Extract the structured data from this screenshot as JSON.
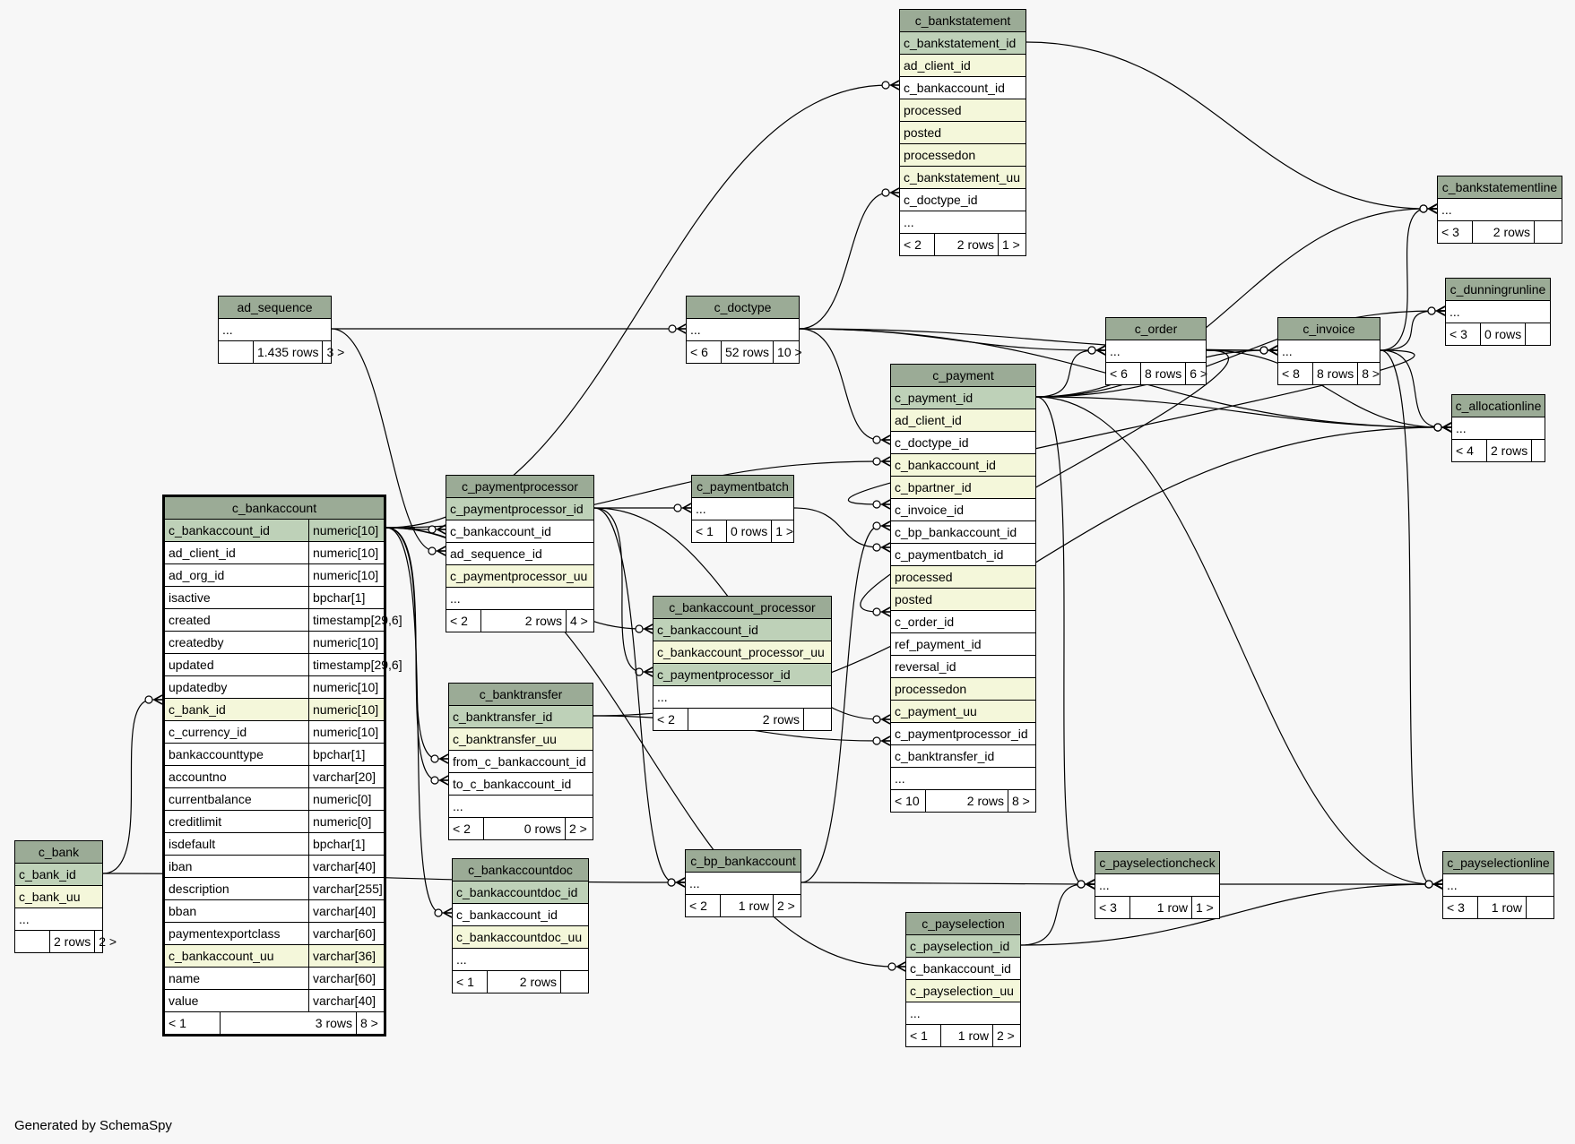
{
  "colors": {
    "header": "#9bab96",
    "primary_key": "#bed1b8",
    "foreign_key": "#f4f7da",
    "plain": "#ffffff",
    "background": "#f7f7f7"
  },
  "credit": "Generated by SchemaSpy",
  "tables": {
    "c_bankstatement": {
      "name": "c_bankstatement",
      "columns": [
        {
          "name": "c_bankstatement_id",
          "kind": "pk"
        },
        {
          "name": "ad_client_id",
          "kind": "fk"
        },
        {
          "name": "c_bankaccount_id",
          "kind": "plain"
        },
        {
          "name": "processed",
          "kind": "fk"
        },
        {
          "name": "posted",
          "kind": "fk"
        },
        {
          "name": "processedon",
          "kind": "fk"
        },
        {
          "name": "c_bankstatement_uu",
          "kind": "fk"
        },
        {
          "name": "c_doctype_id",
          "kind": "plain"
        },
        {
          "name": "...",
          "kind": "plain"
        }
      ],
      "footer": [
        "< 2",
        "2 rows",
        "1 >"
      ]
    },
    "c_bankstatementline": {
      "name": "c_bankstatementline",
      "columns": [
        {
          "name": "...",
          "kind": "plain"
        }
      ],
      "footer": [
        "< 3",
        "2 rows",
        ""
      ]
    },
    "c_dunningrunline": {
      "name": "c_dunningrunline",
      "columns": [
        {
          "name": "...",
          "kind": "plain"
        }
      ],
      "footer": [
        "< 3",
        "0 rows",
        ""
      ]
    },
    "ad_sequence": {
      "name": "ad_sequence",
      "columns": [
        {
          "name": "...",
          "kind": "plain"
        }
      ],
      "footer": [
        "",
        "1.435 rows",
        "3 >"
      ]
    },
    "c_doctype": {
      "name": "c_doctype",
      "columns": [
        {
          "name": "...",
          "kind": "plain"
        }
      ],
      "footer": [
        "< 6",
        "52 rows",
        "10 >"
      ]
    },
    "c_order": {
      "name": "c_order",
      "columns": [
        {
          "name": "...",
          "kind": "plain"
        }
      ],
      "footer": [
        "< 6",
        "8 rows",
        "6 >"
      ]
    },
    "c_invoice": {
      "name": "c_invoice",
      "columns": [
        {
          "name": "...",
          "kind": "plain"
        }
      ],
      "footer": [
        "< 8",
        "8 rows",
        "8 >"
      ]
    },
    "c_allocationline": {
      "name": "c_allocationline",
      "columns": [
        {
          "name": "...",
          "kind": "plain"
        }
      ],
      "footer": [
        "< 4",
        "2 rows",
        ""
      ]
    },
    "c_payment": {
      "name": "c_payment",
      "columns": [
        {
          "name": "c_payment_id",
          "kind": "pk"
        },
        {
          "name": "ad_client_id",
          "kind": "fk"
        },
        {
          "name": "c_doctype_id",
          "kind": "plain"
        },
        {
          "name": "c_bankaccount_id",
          "kind": "fk"
        },
        {
          "name": "c_bpartner_id",
          "kind": "fk"
        },
        {
          "name": "c_invoice_id",
          "kind": "plain"
        },
        {
          "name": "c_bp_bankaccount_id",
          "kind": "plain"
        },
        {
          "name": "c_paymentbatch_id",
          "kind": "plain"
        },
        {
          "name": "processed",
          "kind": "fk"
        },
        {
          "name": "posted",
          "kind": "fk"
        },
        {
          "name": "c_order_id",
          "kind": "plain"
        },
        {
          "name": "ref_payment_id",
          "kind": "plain"
        },
        {
          "name": "reversal_id",
          "kind": "plain"
        },
        {
          "name": "processedon",
          "kind": "fk"
        },
        {
          "name": "c_payment_uu",
          "kind": "fk"
        },
        {
          "name": "c_paymentprocessor_id",
          "kind": "plain"
        },
        {
          "name": "c_banktransfer_id",
          "kind": "plain"
        },
        {
          "name": "...",
          "kind": "plain"
        }
      ],
      "footer": [
        "< 10",
        "2 rows",
        "8 >"
      ]
    },
    "c_paymentprocessor": {
      "name": "c_paymentprocessor",
      "columns": [
        {
          "name": "c_paymentprocessor_id",
          "kind": "pk"
        },
        {
          "name": "c_bankaccount_id",
          "kind": "plain"
        },
        {
          "name": "ad_sequence_id",
          "kind": "plain"
        },
        {
          "name": "c_paymentprocessor_uu",
          "kind": "fk"
        },
        {
          "name": "...",
          "kind": "plain"
        }
      ],
      "footer": [
        "< 2",
        "2 rows",
        "4 >"
      ]
    },
    "c_paymentbatch": {
      "name": "c_paymentbatch",
      "columns": [
        {
          "name": "...",
          "kind": "plain"
        }
      ],
      "footer": [
        "< 1",
        "0 rows",
        "1 >"
      ]
    },
    "c_bankaccount_processor": {
      "name": "c_bankaccount_processor",
      "columns": [
        {
          "name": "c_bankaccount_id",
          "kind": "pk"
        },
        {
          "name": "c_bankaccount_processor_uu",
          "kind": "fk"
        },
        {
          "name": "c_paymentprocessor_id",
          "kind": "pk"
        },
        {
          "name": "...",
          "kind": "plain"
        }
      ],
      "footer": [
        "< 2",
        "2 rows",
        ""
      ]
    },
    "c_banktransfer": {
      "name": "c_banktransfer",
      "columns": [
        {
          "name": "c_banktransfer_id",
          "kind": "pk"
        },
        {
          "name": "c_banktransfer_uu",
          "kind": "fk"
        },
        {
          "name": "from_c_bankaccount_id",
          "kind": "plain"
        },
        {
          "name": "to_c_bankaccount_id",
          "kind": "plain"
        },
        {
          "name": "...",
          "kind": "plain"
        }
      ],
      "footer": [
        "< 2",
        "0 rows",
        "2 >"
      ]
    },
    "c_bankaccountdoc": {
      "name": "c_bankaccountdoc",
      "columns": [
        {
          "name": "c_bankaccountdoc_id",
          "kind": "pk"
        },
        {
          "name": "c_bankaccount_id",
          "kind": "plain"
        },
        {
          "name": "c_bankaccountdoc_uu",
          "kind": "fk"
        },
        {
          "name": "...",
          "kind": "plain"
        }
      ],
      "footer": [
        "< 1",
        "2 rows",
        ""
      ]
    },
    "c_bankaccount": {
      "name": "c_bankaccount",
      "columns": [
        {
          "name": "c_bankaccount_id",
          "type": "numeric[10]",
          "kind": "pk"
        },
        {
          "name": "ad_client_id",
          "type": "numeric[10]",
          "kind": "plain"
        },
        {
          "name": "ad_org_id",
          "type": "numeric[10]",
          "kind": "plain"
        },
        {
          "name": "isactive",
          "type": "bpchar[1]",
          "kind": "plain"
        },
        {
          "name": "created",
          "type": "timestamp[29,6]",
          "kind": "plain"
        },
        {
          "name": "createdby",
          "type": "numeric[10]",
          "kind": "plain"
        },
        {
          "name": "updated",
          "type": "timestamp[29,6]",
          "kind": "plain"
        },
        {
          "name": "updatedby",
          "type": "numeric[10]",
          "kind": "plain"
        },
        {
          "name": "c_bank_id",
          "type": "numeric[10]",
          "kind": "fk"
        },
        {
          "name": "c_currency_id",
          "type": "numeric[10]",
          "kind": "plain"
        },
        {
          "name": "bankaccounttype",
          "type": "bpchar[1]",
          "kind": "plain"
        },
        {
          "name": "accountno",
          "type": "varchar[20]",
          "kind": "plain"
        },
        {
          "name": "currentbalance",
          "type": "numeric[0]",
          "kind": "plain"
        },
        {
          "name": "creditlimit",
          "type": "numeric[0]",
          "kind": "plain"
        },
        {
          "name": "isdefault",
          "type": "bpchar[1]",
          "kind": "plain"
        },
        {
          "name": "iban",
          "type": "varchar[40]",
          "kind": "plain"
        },
        {
          "name": "description",
          "type": "varchar[255]",
          "kind": "plain"
        },
        {
          "name": "bban",
          "type": "varchar[40]",
          "kind": "plain"
        },
        {
          "name": "paymentexportclass",
          "type": "varchar[60]",
          "kind": "plain"
        },
        {
          "name": "c_bankaccount_uu",
          "type": "varchar[36]",
          "kind": "fk"
        },
        {
          "name": "name",
          "type": "varchar[60]",
          "kind": "plain"
        },
        {
          "name": "value",
          "type": "varchar[40]",
          "kind": "plain"
        }
      ],
      "footer": [
        "< 1",
        "3 rows",
        "8 >"
      ]
    },
    "c_bank": {
      "name": "c_bank",
      "columns": [
        {
          "name": "c_bank_id",
          "kind": "pk"
        },
        {
          "name": "c_bank_uu",
          "kind": "fk"
        },
        {
          "name": "...",
          "kind": "plain"
        }
      ],
      "footer": [
        "",
        "2 rows",
        "2 >"
      ]
    },
    "c_bp_bankaccount": {
      "name": "c_bp_bankaccount",
      "columns": [
        {
          "name": "...",
          "kind": "plain"
        }
      ],
      "footer": [
        "< 2",
        "1 row",
        "2 >"
      ]
    },
    "c_payselectioncheck": {
      "name": "c_payselectioncheck",
      "columns": [
        {
          "name": "...",
          "kind": "plain"
        }
      ],
      "footer": [
        "< 3",
        "1 row",
        "1 >"
      ]
    },
    "c_payselectionline": {
      "name": "c_payselectionline",
      "columns": [
        {
          "name": "...",
          "kind": "plain"
        }
      ],
      "footer": [
        "< 3",
        "1 row",
        ""
      ]
    },
    "c_payselection": {
      "name": "c_payselection",
      "columns": [
        {
          "name": "c_payselection_id",
          "kind": "pk"
        },
        {
          "name": "c_bankaccount_id",
          "kind": "plain"
        },
        {
          "name": "c_payselection_uu",
          "kind": "fk"
        },
        {
          "name": "...",
          "kind": "plain"
        }
      ],
      "footer": [
        "< 1",
        "1 row",
        "2 >"
      ]
    }
  }
}
